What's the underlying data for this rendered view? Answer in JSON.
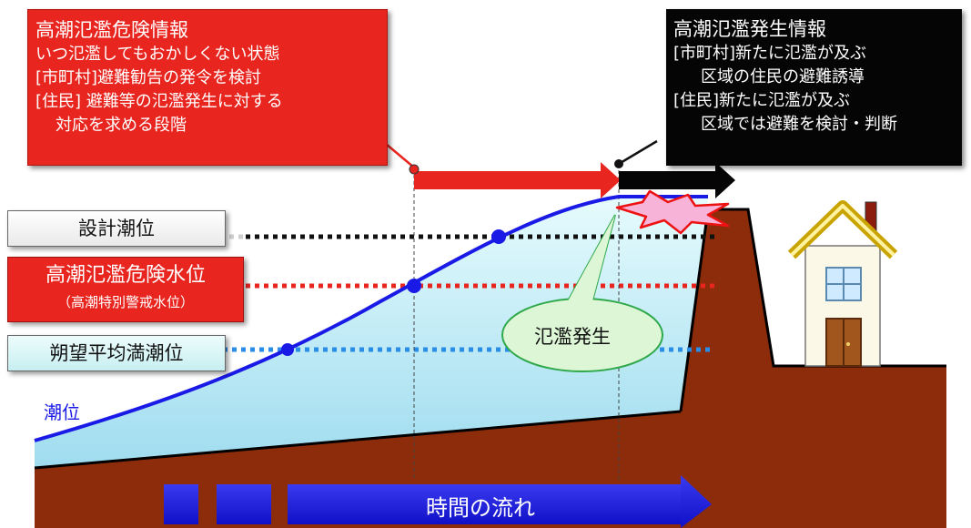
{
  "danger_info": {
    "title": "高潮氾濫危険情報",
    "line1": "いつ氾濫してもおかしくない状態",
    "line2": "[市町村]避難勧告の発令を検討",
    "line3": "[住民] 避難等の氾濫発生に対する",
    "line4": "対応を求める段階"
  },
  "occurrence_info": {
    "title": "高潮氾濫発生情報",
    "line1": "[市町村]新たに氾濫が及ぶ",
    "line2": "区域の住民の避難誘導",
    "line3": "[住民]新たに氾濫が及ぶ",
    "line4": "区域では避難を検討・判断"
  },
  "levels": {
    "design": "設計潮位",
    "danger": "高潮氾濫危険水位",
    "danger_sub": "（高潮特別警戒水位）",
    "mean_high": "朔望平均満潮位"
  },
  "tide_label": "潮位",
  "flood_label": "氾濫発生",
  "time_label": "時間の流れ",
  "colors": {
    "red": "#e8251f",
    "black": "#050505",
    "tide_line": "#1a1ae6",
    "water": "#bfeef8",
    "ground": "#8c2c0a",
    "bubble": "#dcf6d6",
    "bubble_border": "#2fa84a",
    "time_arrow": "#1a1ae6",
    "design_dots": "#111111",
    "danger_dots": "#e8251f",
    "mean_dots": "#2a8de8"
  }
}
